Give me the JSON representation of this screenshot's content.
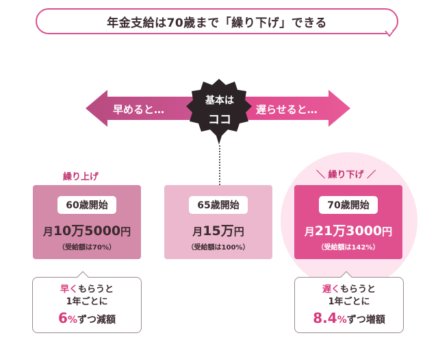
{
  "title": "年金支給は70歳まで「繰り下げ」できる",
  "arrows": {
    "left_text": "早めると…",
    "right_text": "遅らせると…",
    "center_line1": "基本は",
    "center_line2": "ココ"
  },
  "labels": {
    "left": "繰り上げ",
    "right": "繰り下げ"
  },
  "cards": [
    {
      "label": "60歳開始",
      "prefix": "月",
      "amount": "10万5000",
      "suffix": "円",
      "ratio": "（受給額は70%）"
    },
    {
      "label": "65歳開始",
      "prefix": "月",
      "amount": "15万",
      "suffix": "円",
      "ratio": "（受給額は100%）"
    },
    {
      "label": "70歳開始",
      "prefix": "月",
      "amount": "21万3000",
      "suffix": "円",
      "ratio": "（受給額は142%）"
    }
  ],
  "notes": {
    "left": {
      "highlight": "早く",
      "rest1": "もらうと",
      "line2": "1年ごとに",
      "num": "6",
      "pct": "%",
      "tail": "ずつ減額"
    },
    "right": {
      "highlight": "遅く",
      "rest1": "もらうと",
      "line2": "1年ごとに",
      "num": "8.4",
      "pct": "%",
      "tail": "ずつ増額"
    }
  },
  "colors": {
    "accent": "#d94f8f",
    "left_arrow": "#c04b84",
    "right_arrow": "#e5498f",
    "center_burst": "#2b2326",
    "card_60": "#d48aa9",
    "card_65": "#ecb8cd",
    "card_70": "#e0508f",
    "glow": "#fde4ee"
  }
}
